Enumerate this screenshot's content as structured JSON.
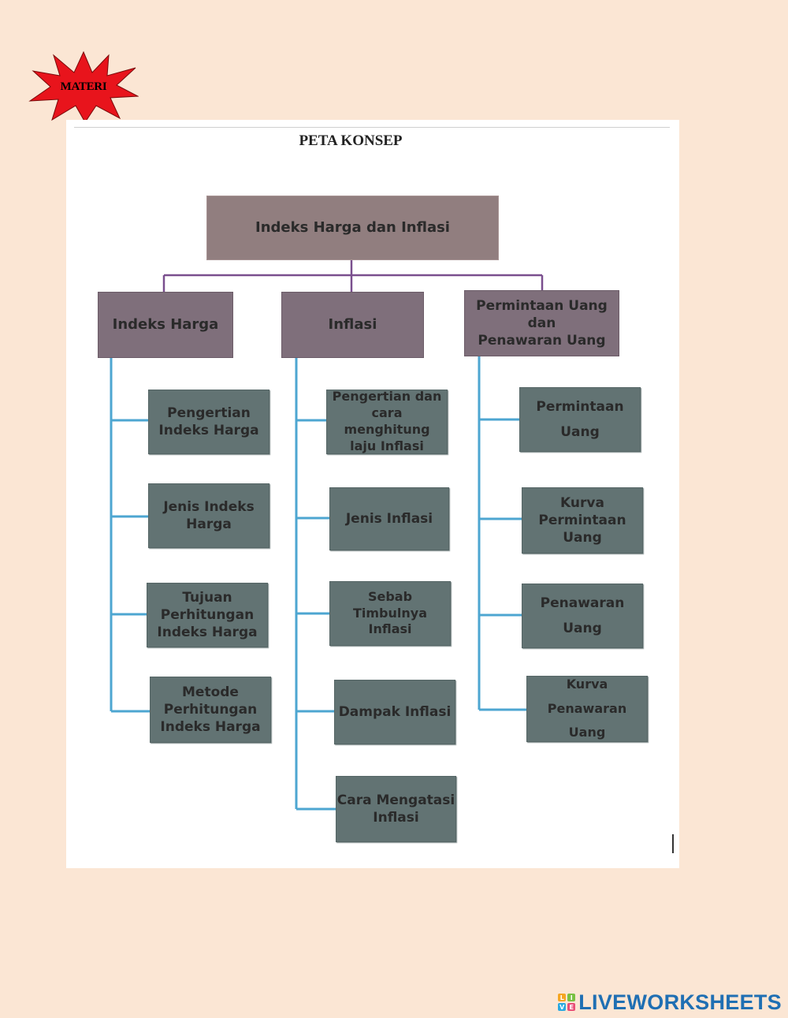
{
  "badge": {
    "label": "MATERI",
    "color": "#e8141c"
  },
  "diagram": {
    "title": "PETA KONSEP",
    "root": "Indeks Harga dan Inflasi",
    "categories": [
      {
        "label": "Indeks Harga",
        "items": [
          "Pengertian\nIndeks Harga",
          "Jenis Indeks\nHarga",
          "Tujuan\nPerhitungan\nIndeks Harga",
          "Metode\nPerhitungan\nIndeks Harga"
        ]
      },
      {
        "label": "Inflasi",
        "items": [
          "Pengertian dan\ncara menghitung\nlaju Inflasi",
          "Jenis Inflasi",
          "Sebab\nTimbulnya Inflasi",
          "Dampak Inflasi",
          "Cara Mengatasi\nInflasi"
        ]
      },
      {
        "label": "Permintaan Uang dan\nPenawaran Uang",
        "items": [
          "Permintaan\nUang",
          "Kurva\nPermintaan\nUang",
          "Penawaran\nUang",
          "Kurva\nPenawaran Uang"
        ]
      }
    ],
    "colors": {
      "root_fill": "#917e7f",
      "category_fill": "#7f6f7b",
      "leaf_fill": "#627373",
      "connector_top": "#7a4f8e",
      "connector_branch": "#4da6d1"
    }
  },
  "brand": {
    "name": "LIVEWORKSHEETS",
    "icon_letters": [
      "L",
      "I",
      "V",
      "E"
    ],
    "color": "#1f6fb3"
  }
}
